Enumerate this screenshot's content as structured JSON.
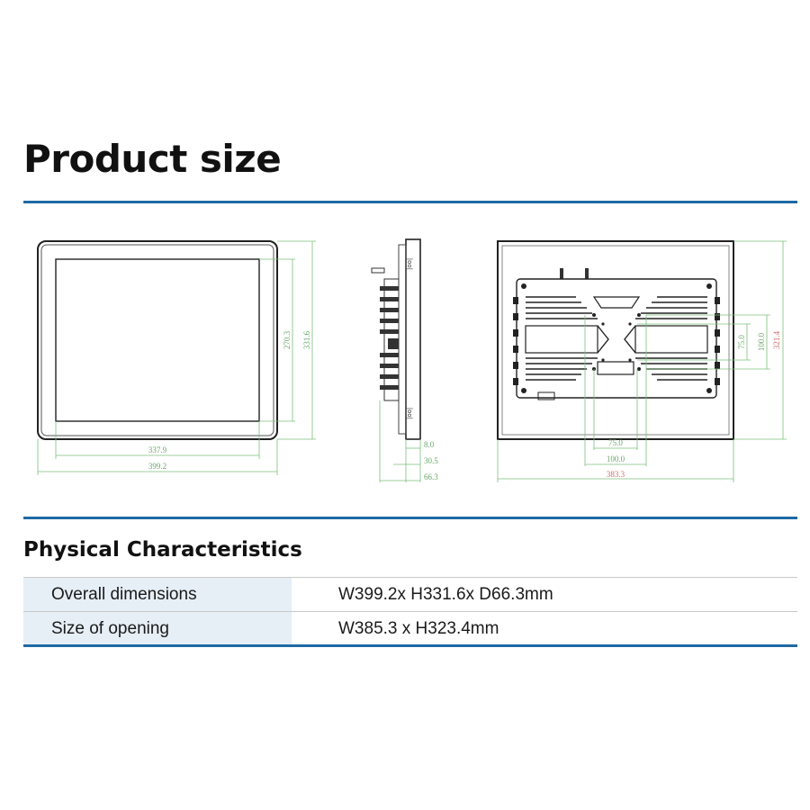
{
  "page": {
    "title": "Product size",
    "section_title": "Physical Characteristics"
  },
  "drawings": {
    "front": {
      "width_opening": "337.9",
      "width_overall": "399.2",
      "height_opening": "270.3",
      "height_overall": "331.6"
    },
    "side": {
      "depth_front": "8.0",
      "depth_body": "30.5",
      "depth_total": "66.3"
    },
    "back": {
      "vesa_small_h": "75.0",
      "vesa_large_h": "100.0",
      "vesa_small_w": "75.0",
      "vesa_large_w": "100.0",
      "cutout_width": "383.3",
      "cutout_height": "321.4"
    }
  },
  "specs": [
    {
      "label": "Overall dimensions",
      "value": "W399.2x H331.6x D66.3mm"
    },
    {
      "label": "Size of opening",
      "value": "W385.3 x H323.4mm"
    }
  ],
  "colors": {
    "accent": "#1f6aa5",
    "dimension_green": "#6aa86a",
    "dimension_red": "#d06a6a",
    "table_label_bg": "#e6eef6"
  }
}
